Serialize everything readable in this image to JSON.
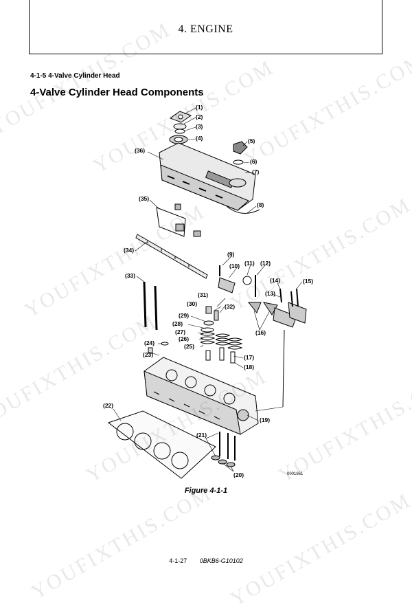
{
  "header": {
    "chapter_title": "4. ENGINE"
  },
  "section": {
    "number_title": "4-1-5  4-Valve Cylinder Head",
    "heading": "4-Valve Cylinder Head Components"
  },
  "diagram": {
    "callouts": {
      "c1": "(1)",
      "c2": "(2)",
      "c3": "(3)",
      "c4": "(4)",
      "c5": "(5)",
      "c6": "(6)",
      "c7": "(7)",
      "c8": "(8)",
      "c9": "(9)",
      "c10": "(10)",
      "c11": "(11)",
      "c12": "(12)",
      "c13": "(13)",
      "c14": "(14)",
      "c15": "(15)",
      "c16": "(16)",
      "c17": "(17)",
      "c18": "(18)",
      "c19": "(19)",
      "c20": "(20)",
      "c21": "(21)",
      "c22": "(22)",
      "c23": "(23)",
      "c24": "(24)",
      "c25": "(25)",
      "c26": "(26)",
      "c27": "(27)",
      "c28": "(28)",
      "c29": "(29)",
      "c30": "(30)",
      "c31": "(31)",
      "c32": "(32)",
      "c33": "(33)",
      "c34": "(34)",
      "c35": "(35)",
      "c36": "(36)"
    },
    "drawing_code": "0001861"
  },
  "figure_caption": "Figure 4-1-1",
  "footer": {
    "page_number": "4-1-27",
    "doc_code": "0BKB6-G10102"
  },
  "watermark_text": "YOUFIXTHIS.COM"
}
